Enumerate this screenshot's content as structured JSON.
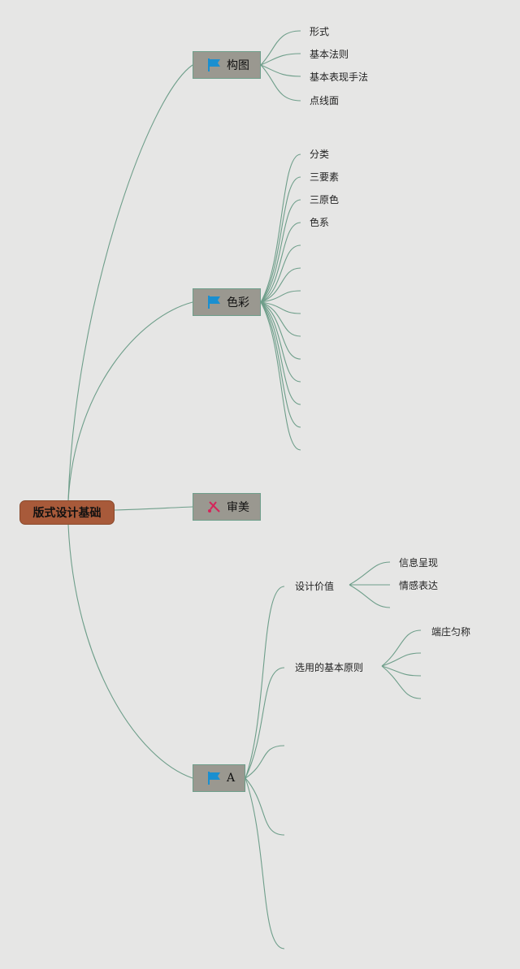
{
  "root": {
    "label": "版式设计基础"
  },
  "branches": [
    {
      "label": "构图",
      "icon": "flag-icon",
      "children": [
        "形式",
        "基本法则",
        "基本表现手法",
        "点线面"
      ]
    },
    {
      "label": "色彩",
      "icon": "flag-icon",
      "children": [
        "分类",
        "三要素",
        "三原色",
        "色系"
      ]
    },
    {
      "label": "审美",
      "icon": "tools-icon",
      "children": []
    },
    {
      "label": "A",
      "icon": "flag-icon",
      "children": [
        {
          "label": "设计价值",
          "children": [
            "信息呈现",
            "情感表达"
          ]
        },
        {
          "label": "选用的基本原则",
          "children": [
            "端庄匀称"
          ]
        }
      ]
    }
  ],
  "colors": {
    "root_fill": "#a85a3a",
    "branch_fill": "#9a9890",
    "line": "#6e9e8a",
    "flag": "#1a8fd0",
    "tools": "#d4255a"
  }
}
